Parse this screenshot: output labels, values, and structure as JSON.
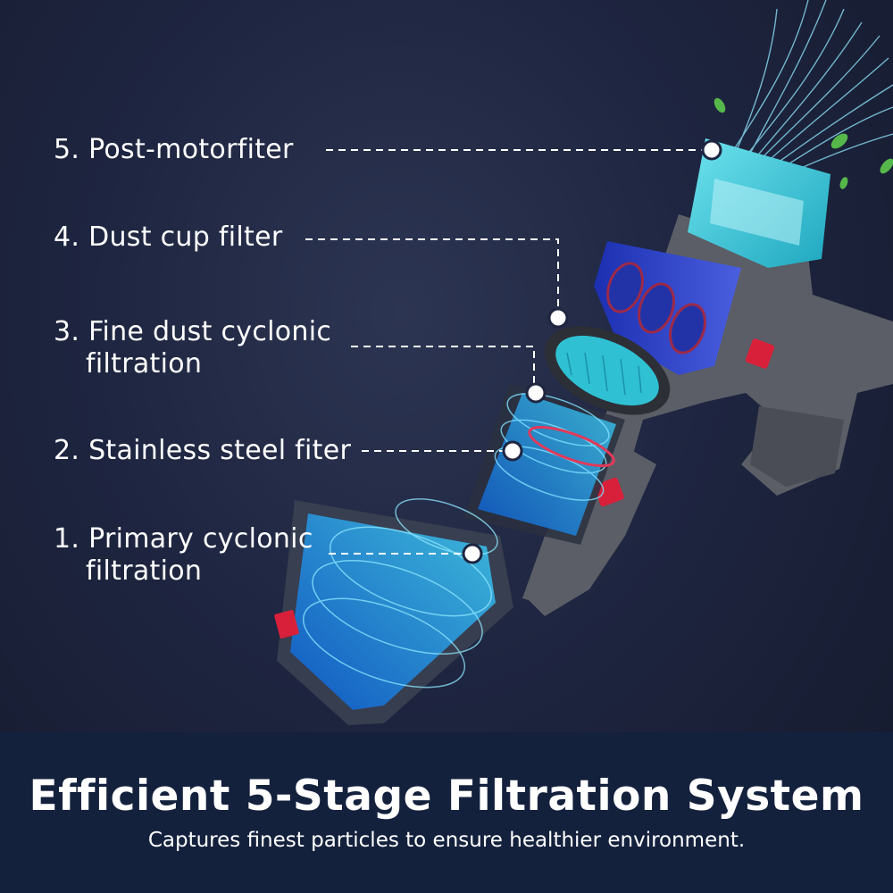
{
  "stages": [
    {
      "number": "5.",
      "line1": "Post-motorfiter",
      "line2": ""
    },
    {
      "number": "4.",
      "line1": "Dust cup filter",
      "line2": ""
    },
    {
      "number": "3.",
      "line1": "Fine dust cyclonic",
      "line2": "filtration"
    },
    {
      "number": "2.",
      "line1": "Stainless steel fiter",
      "line2": ""
    },
    {
      "number": "1.",
      "line1": "Primary cyclonic",
      "line2": "filtration"
    }
  ],
  "footer": {
    "title": "Efficient 5-Stage Filtration System",
    "subtitle": "Captures finest particles to ensure healthier environment."
  },
  "colors": {
    "background": "#1e2540",
    "footer_band": "#14213d",
    "filter_teal": "#34c6d8",
    "cyclone_blue": "#2a3ab8",
    "accent_red": "#d8203a",
    "body_grey": "#5b5e66"
  },
  "icons": [
    "vacuum-cleaner-illustration",
    "callout-dot-icon",
    "leaf-icon",
    "airflow-icon"
  ]
}
